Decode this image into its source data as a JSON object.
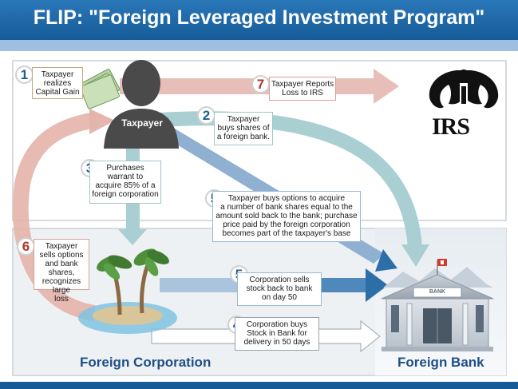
{
  "title": "FLIP: \"Foreign Leveraged Investment Program\"",
  "steps": {
    "s1": {
      "num": "1",
      "lines": [
        "Taxpayer",
        "realizes",
        "Capital Gain"
      ]
    },
    "s7": {
      "num": "7",
      "lines": [
        "Taxpayer Reports",
        "Loss to IRS"
      ]
    },
    "s2": {
      "num": "2",
      "lines": [
        "Taxpayer",
        "buys shares of",
        "a foreign bank."
      ]
    },
    "s3": {
      "num": "3",
      "lines": [
        "Purchases",
        "warrant to",
        "acquire 85% of a",
        "foreign corporation"
      ]
    },
    "s5a": {
      "num": "5",
      "lines": [
        "Taxpayer buys options to acquire",
        "a number of bank shares equal to the",
        "amount sold back to the bank; purchase",
        "price paid by the foreign corporation",
        "becomes part of the taxpayer's base"
      ]
    },
    "s6": {
      "num": "6",
      "lines": [
        "Taxpayer",
        "sells options",
        "and bank shares,",
        "recognizes large",
        "loss"
      ]
    },
    "s5b": {
      "num": "5",
      "lines": [
        "Corporation sells",
        "stock back to bank",
        "on day 50"
      ]
    },
    "s4": {
      "num": "4",
      "lines": [
        "Corporation buys",
        "Stock in Bank for",
        "delivery in 50 days"
      ]
    }
  },
  "taxpayer_label": "Taxpayer",
  "irs_label": "IRS",
  "bank_sign": "BANK",
  "foreign_corporation_label": "Foreign Corporation",
  "foreign_bank_label": "Foreign Bank",
  "colors": {
    "banner": "#1f6aaa",
    "blue_text": "#1d4f86",
    "red_step": "#b2342b",
    "teal_step": "#1f5f8f"
  }
}
